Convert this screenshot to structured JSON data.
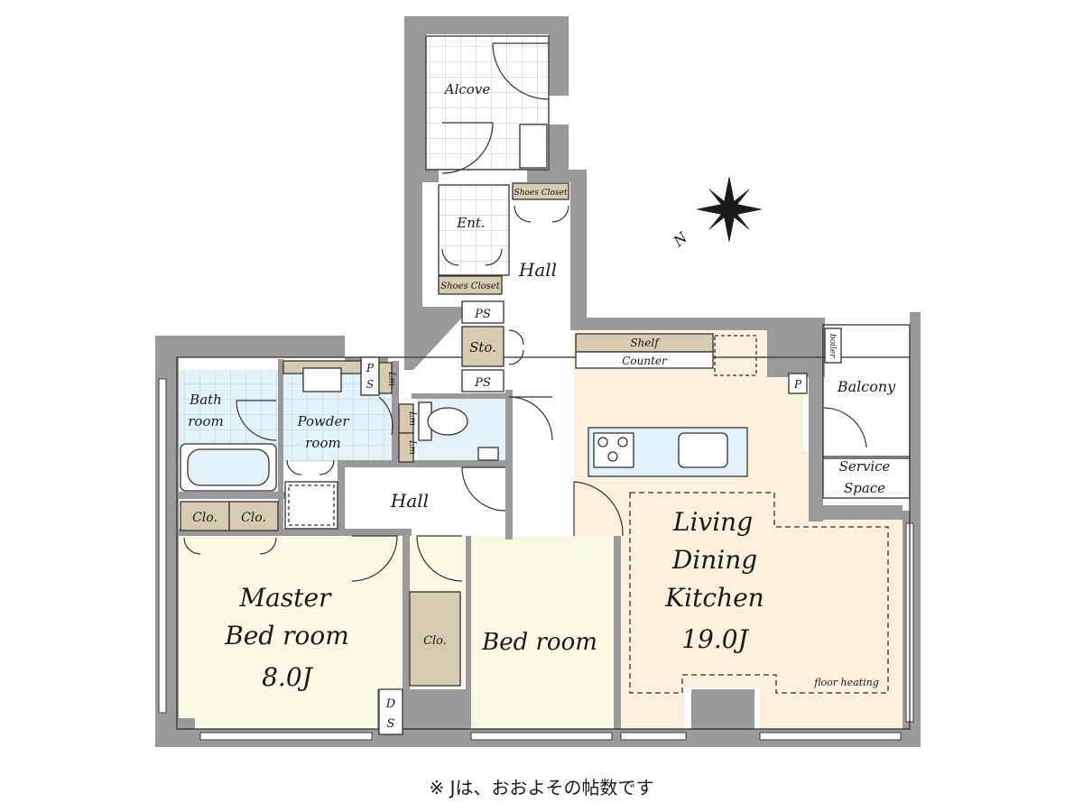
{
  "rooms": {
    "alcove": "Alcove",
    "entrance": "Ent.",
    "shoes_closet_top": "Shoes Closet",
    "shoes_closet_ent": "Shoes Closet",
    "hall_upper": "Hall",
    "hall_lower": "Hall",
    "ps_1": "PS",
    "ps_2": "PS",
    "ps_small_p": "P",
    "ps_small_s": "S",
    "storage": "Sto.",
    "laundry_1": "Lm",
    "laundry_2": "Lm",
    "laundry_3": "Lm",
    "bath_line1": "Bath",
    "bath_line2": "room",
    "powder_line1": "Powder",
    "powder_line2": "room",
    "closet_1": "Clo.",
    "closet_2": "Clo.",
    "closet_3": "Clo.",
    "master_line1": "Master",
    "master_line2": "Bed room",
    "master_size": "8.0J",
    "bedroom": "Bed room",
    "ds_d": "D",
    "ds_s": "S",
    "shelf": "Shelf",
    "counter": "Counter",
    "pipe": "P",
    "boiler": "boiler",
    "balcony": "Balcony",
    "service_line1": "Service",
    "service_line2": "Space",
    "ldk_line1": "Living",
    "ldk_line2": "Dining",
    "ldk_line3": "Kitchen",
    "ldk_size": "19.0J",
    "floor_heating": "floor heating"
  },
  "compass": {
    "north_label": "N"
  },
  "footnote": "※ Jは、おおよその帖数です",
  "colors": {
    "wall": "#9a9a9a",
    "ldk_floor": "#fcefdc",
    "bedroom_floor": "#fbf8e6",
    "wet_floor": "#e3f1f8",
    "closet_fill": "#d6cbb0",
    "tile_line": "#c4c4c4"
  }
}
